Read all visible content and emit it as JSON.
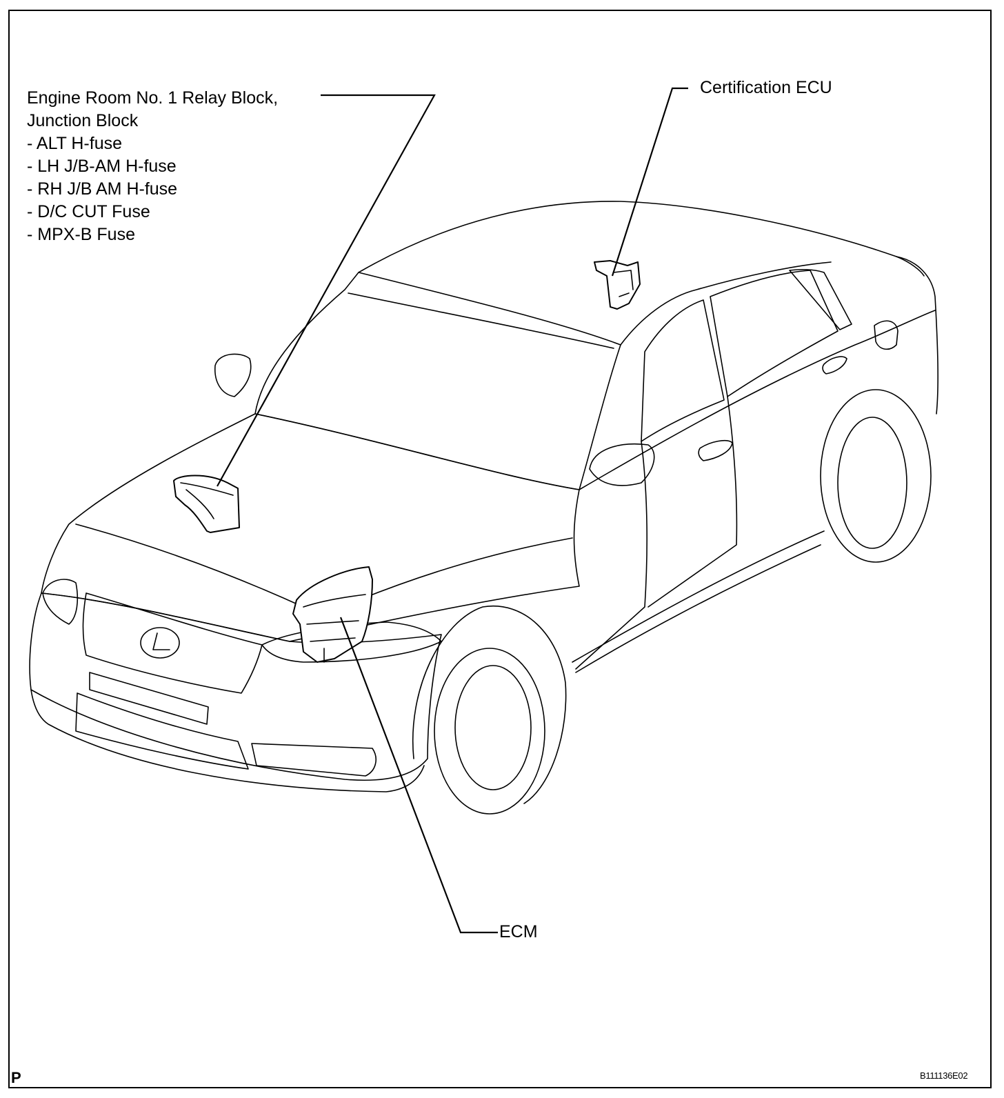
{
  "callouts": {
    "relay_block": {
      "lines": [
        "Engine Room No. 1 Relay Block,",
        "Junction Block",
        "- ALT H-fuse",
        "- LH J/B-AM H-fuse",
        "- RH J/B AM H-fuse",
        "- D/C CUT Fuse",
        "- MPX-B Fuse"
      ]
    },
    "certification_ecu": "Certification ECU",
    "ecm": "ECM"
  },
  "corner_mark": "P",
  "figure_code": "B111136E02"
}
